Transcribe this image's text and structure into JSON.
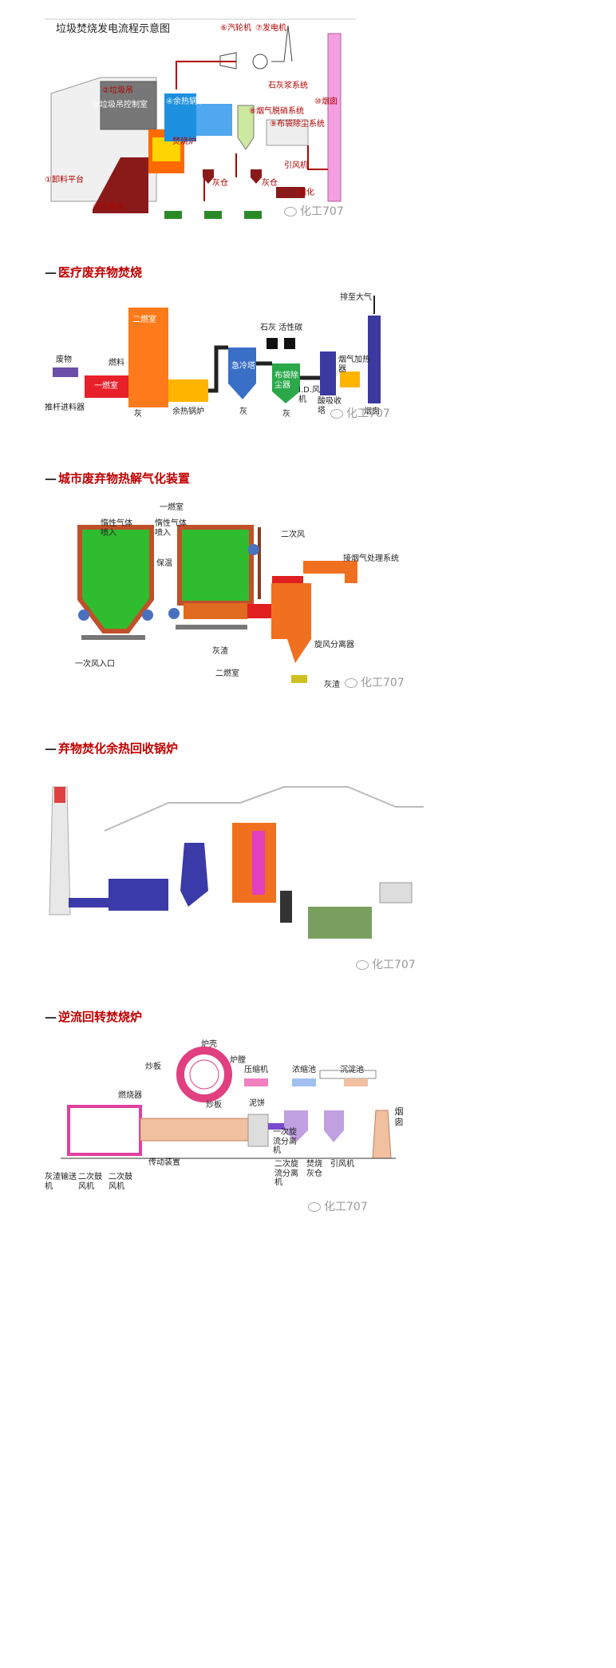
{
  "section1": {
    "title": "垃圾焚烧发电流程示意图",
    "labels": {
      "turbine": "⑥汽轮机",
      "generator": "⑦发电机",
      "crane": "②垃圾吊",
      "crane_room": "③垃圾吊控制室",
      "boiler": "④余热锅炉",
      "lime": "石灰浆系统",
      "spray": "⑧烟气脱硝系统",
      "bag": "⑨布袋除尘系统",
      "incinerator": "焚烧炉",
      "platform": "①卸料平台",
      "pit": "②垃圾池",
      "fan": "引风机",
      "ash1": "灰仓",
      "ash2": "灰仓",
      "solid": "固化",
      "stack": "⑩烟囱",
      "wm": "化工707"
    }
  },
  "section2": {
    "heading": "医疗废弃物焚烧",
    "labels": {
      "waste": "废物",
      "feeder": "推杆进料器",
      "fuel": "燃料",
      "ch1": "一燃室",
      "ch2": "二燃室",
      "ash_a": "灰",
      "boiler": "余热锅炉",
      "quench": "急冷塔",
      "ash_b": "灰",
      "lime": "石灰 活性碳",
      "bag": "布袋除尘器",
      "ash_c": "灰",
      "id_fan": "I.D.风机",
      "acid": "酸吸收塔",
      "heater": "烟气加热器",
      "stack": "烟囱",
      "exhaust": "排至大气",
      "wm": "化工707"
    }
  },
  "section3": {
    "heading": "城市废弃物热解气化装置",
    "labels": {
      "ch1": "一燃室",
      "inert1": "惰性气体喷入",
      "inert2": "惰性气体喷入",
      "insul": "保温",
      "secondary_air": "二次风",
      "to_gas": "接烟气处理系统",
      "primary_air": "一次风入口",
      "slag1": "灰渣",
      "ch2": "二燃室",
      "cyclone": "旋风分离器",
      "slag2": "灰渣",
      "wm": "化工707"
    }
  },
  "section4": {
    "heading": "弃物焚化余热回收锅炉",
    "wm": "化工707"
  },
  "section5": {
    "heading": "逆流回转焚烧炉",
    "labels": {
      "shell": "炉壳",
      "plate1": "炒板",
      "chamber": "炉膛",
      "burner": "燃烧器",
      "plate2": "炒板",
      "compressor": "压缩机",
      "thickener": "浓缩池",
      "settler": "沉淀池",
      "mud": "泥饼",
      "cyc1": "一次旋流分离机",
      "chimney": "烟囱",
      "drive": "传动装置",
      "cyc2": "二次旋流分离机",
      "ash_bin": "焚烧灰仓",
      "id_fan": "引风机",
      "conveyor": "灰渣输送机",
      "fan2": "二次鼓风机",
      "fan3": "二次鼓风机",
      "wm": "化工707"
    }
  }
}
